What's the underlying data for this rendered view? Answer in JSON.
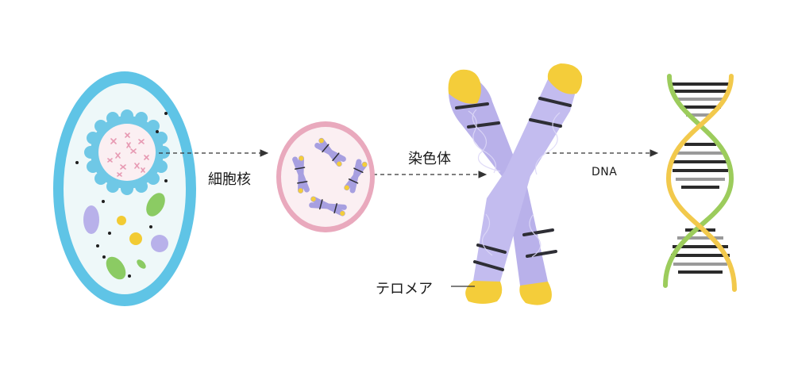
{
  "labels": {
    "nucleus": "細胞核",
    "chromosome": "染色体",
    "dna": "DNA",
    "telomere": "テロメア"
  },
  "colors": {
    "cell_membrane": "#5fc4e6",
    "cell_inside": "#eef8f9",
    "nucleus_membrane": "#6fc8e6",
    "nucleus_inside": "#fbeff2",
    "chromosome_body": "#b9b1ea",
    "telomere": "#f4cd3a",
    "band": "#2e2e35",
    "dna_strand_a": "#9ccc5c",
    "dna_strand_b": "#f2c94c",
    "arrow": "#333333"
  }
}
